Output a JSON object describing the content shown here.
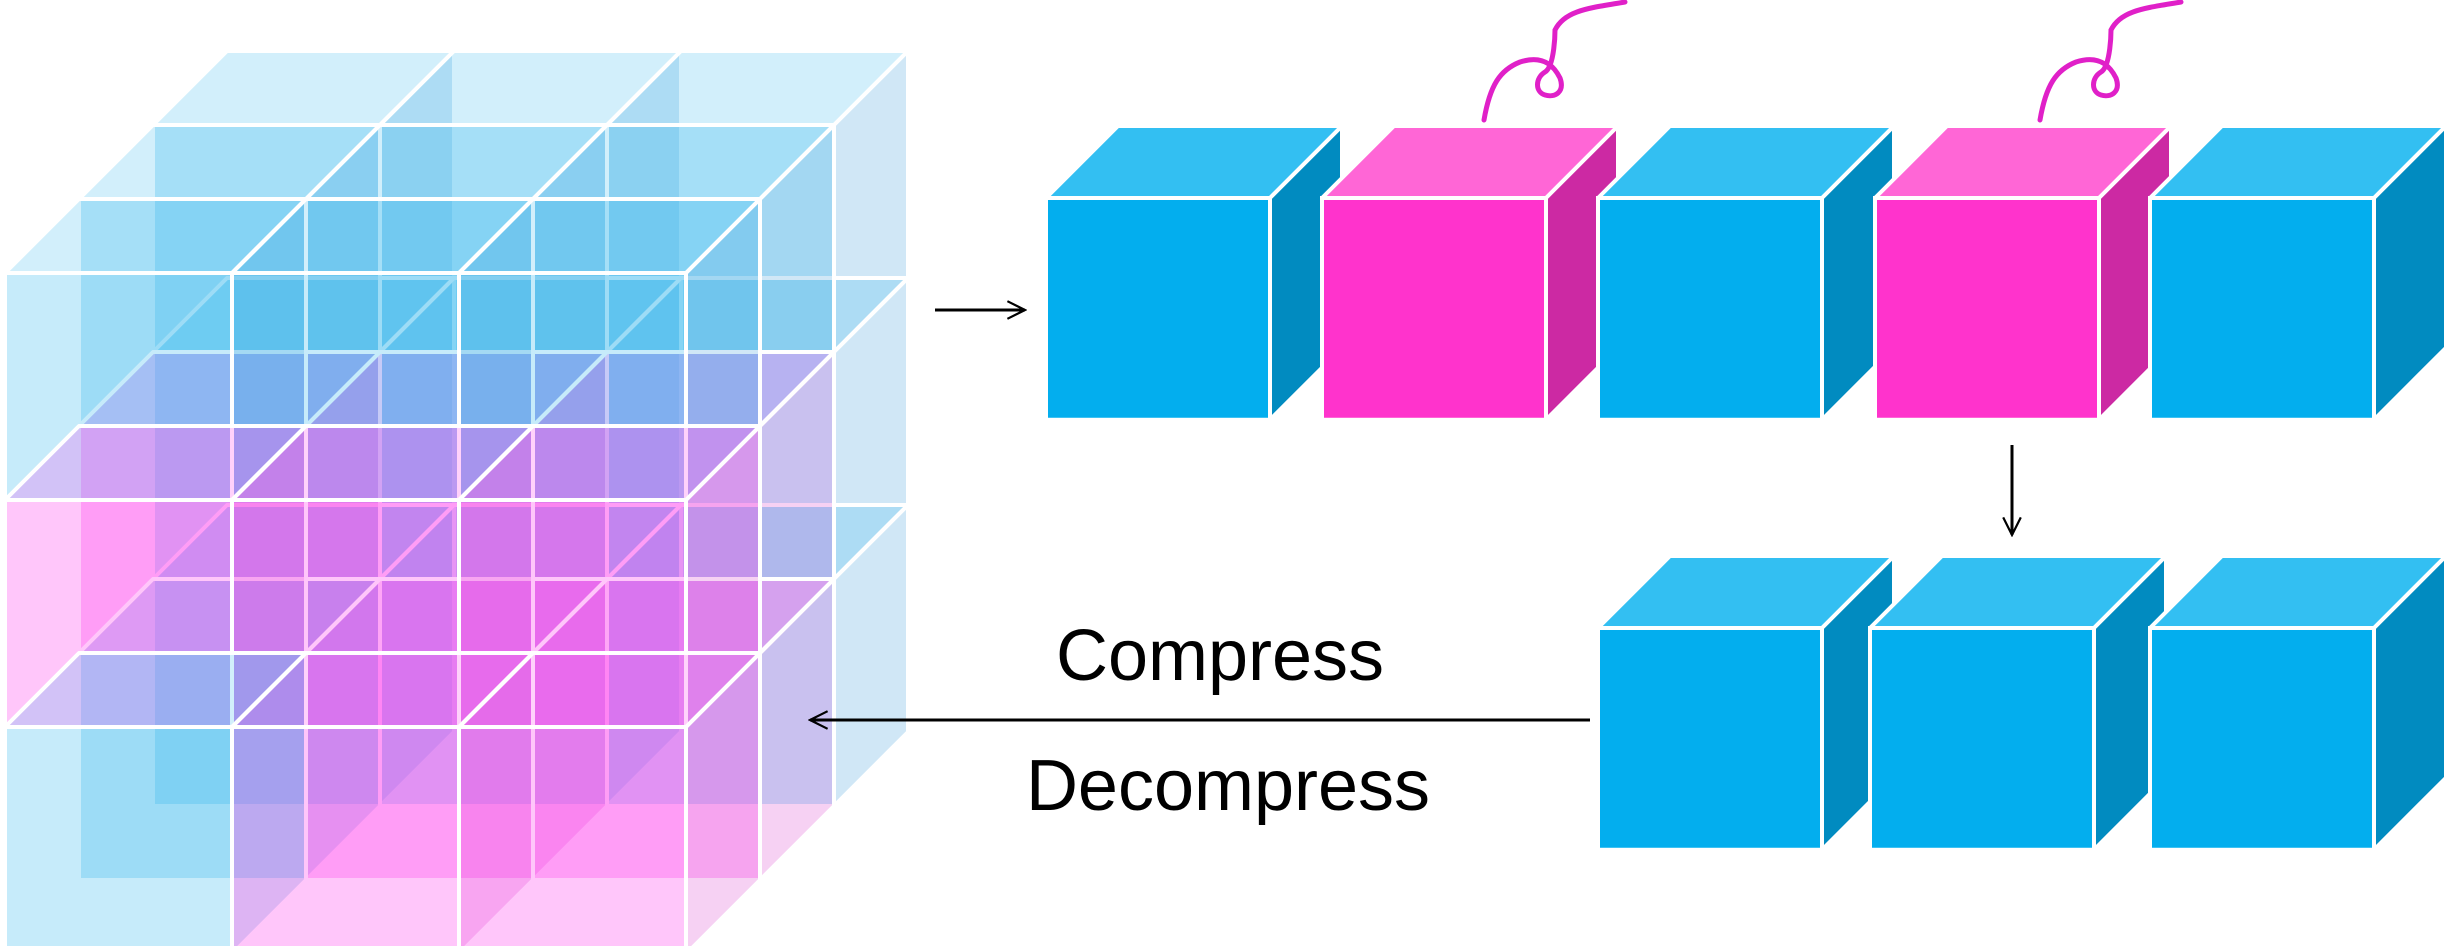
{
  "labels": {
    "compress": "Compress",
    "decompress": "Decompress"
  },
  "colors": {
    "cyan_front": "#03aeee",
    "cyan_top": "#33bff2",
    "cyan_side": "#018bc0",
    "magenta_front": "#ff33cc",
    "magenta_top": "#ff66d6",
    "magenta_side": "#cc29a3",
    "curl": "#e020c8",
    "edge": "#ffffff"
  },
  "grid": {
    "description_icon": "3x3x3-voxel-grid",
    "magenta_cells": [
      [
        1,
        0,
        0
      ],
      [
        1,
        1,
        0
      ],
      [
        1,
        2,
        0
      ],
      [
        1,
        0,
        1
      ],
      [
        1,
        1,
        1
      ],
      [
        1,
        2,
        1
      ],
      [
        2,
        1,
        0
      ],
      [
        2,
        1,
        1
      ],
      [
        2,
        2,
        0
      ],
      [
        2,
        2,
        1
      ]
    ]
  },
  "sequence_row": [
    "cyan",
    "magenta",
    "cyan",
    "magenta",
    "cyan"
  ],
  "compressed_row": [
    "cyan",
    "cyan",
    "cyan"
  ]
}
